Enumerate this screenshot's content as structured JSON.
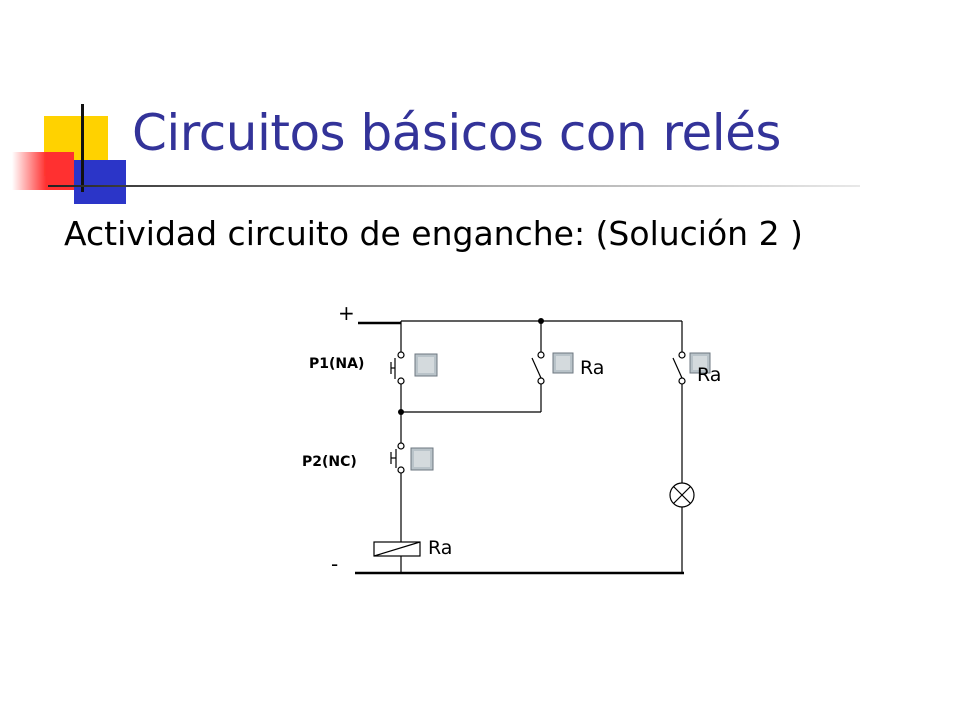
{
  "slide": {
    "title": "Circuitos básicos con relés",
    "subtitle": "Actividad circuito de enganche: (Solución 2 )"
  },
  "circuit": {
    "positive_label": "+",
    "negative_label": "-",
    "p1_label": "P1(NA)",
    "p2_label": "P2(NC)",
    "ra_contact_label": "Ra",
    "ra_lamp_contact_label": "Ra",
    "ra_coil_label": "Ra"
  },
  "colors": {
    "title": "#333399",
    "accent_yellow": "#ffd200",
    "accent_blue": "#2b35c8",
    "accent_red": "#ff3030"
  }
}
